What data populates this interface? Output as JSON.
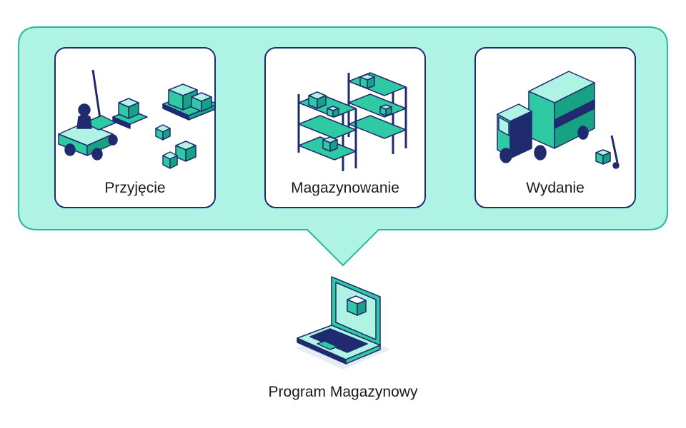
{
  "stages": [
    {
      "label": "Przyjęcie",
      "icon": "forklift-icon"
    },
    {
      "label": "Magazynowanie",
      "icon": "warehouse-shelves-icon"
    },
    {
      "label": "Wydanie",
      "icon": "delivery-truck-icon"
    }
  ],
  "program": {
    "label": "Program Magazynowy",
    "icon": "laptop-icon"
  },
  "colors": {
    "bubble_fill": "#aef3e3",
    "bubble_stroke": "#27b89a",
    "card_border": "#1f2b6e",
    "accent_teal": "#2fc9a3",
    "navy": "#1f2b6e"
  }
}
